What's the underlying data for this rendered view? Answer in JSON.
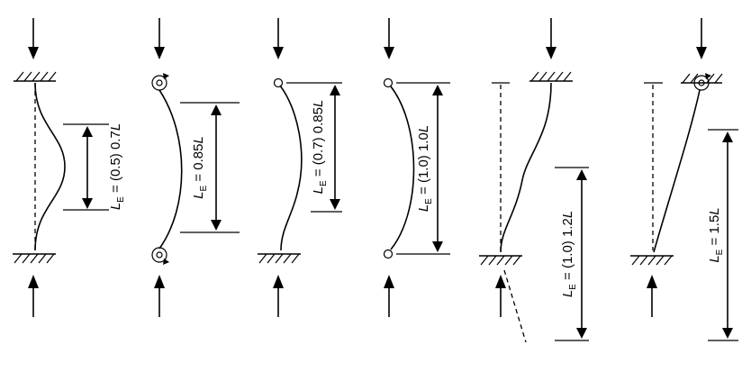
{
  "columns": [
    {
      "id": "fixed-fixed",
      "label": {
        "factor": "(0.5)",
        "value": "0.7",
        "unit": "L"
      }
    },
    {
      "id": "pinned-pinned-rotational",
      "label": {
        "factor": "",
        "value": "0.85",
        "unit": "L"
      }
    },
    {
      "id": "fixed-pinned",
      "label": {
        "factor": "(0.7)",
        "value": "0.85",
        "unit": "L"
      }
    },
    {
      "id": "pinned-pinned",
      "label": {
        "factor": "(1.0)",
        "value": "1.0",
        "unit": "L"
      }
    },
    {
      "id": "fixed-free-sway",
      "label": {
        "factor": "(1.0)",
        "value": "1.2",
        "unit": "L"
      }
    },
    {
      "id": "fixed-pinned-sway",
      "label": {
        "factor": "",
        "value": "1.5",
        "unit": "L"
      }
    }
  ],
  "symbol": {
    "letter": "L",
    "subscript": "E",
    "equals": "="
  }
}
